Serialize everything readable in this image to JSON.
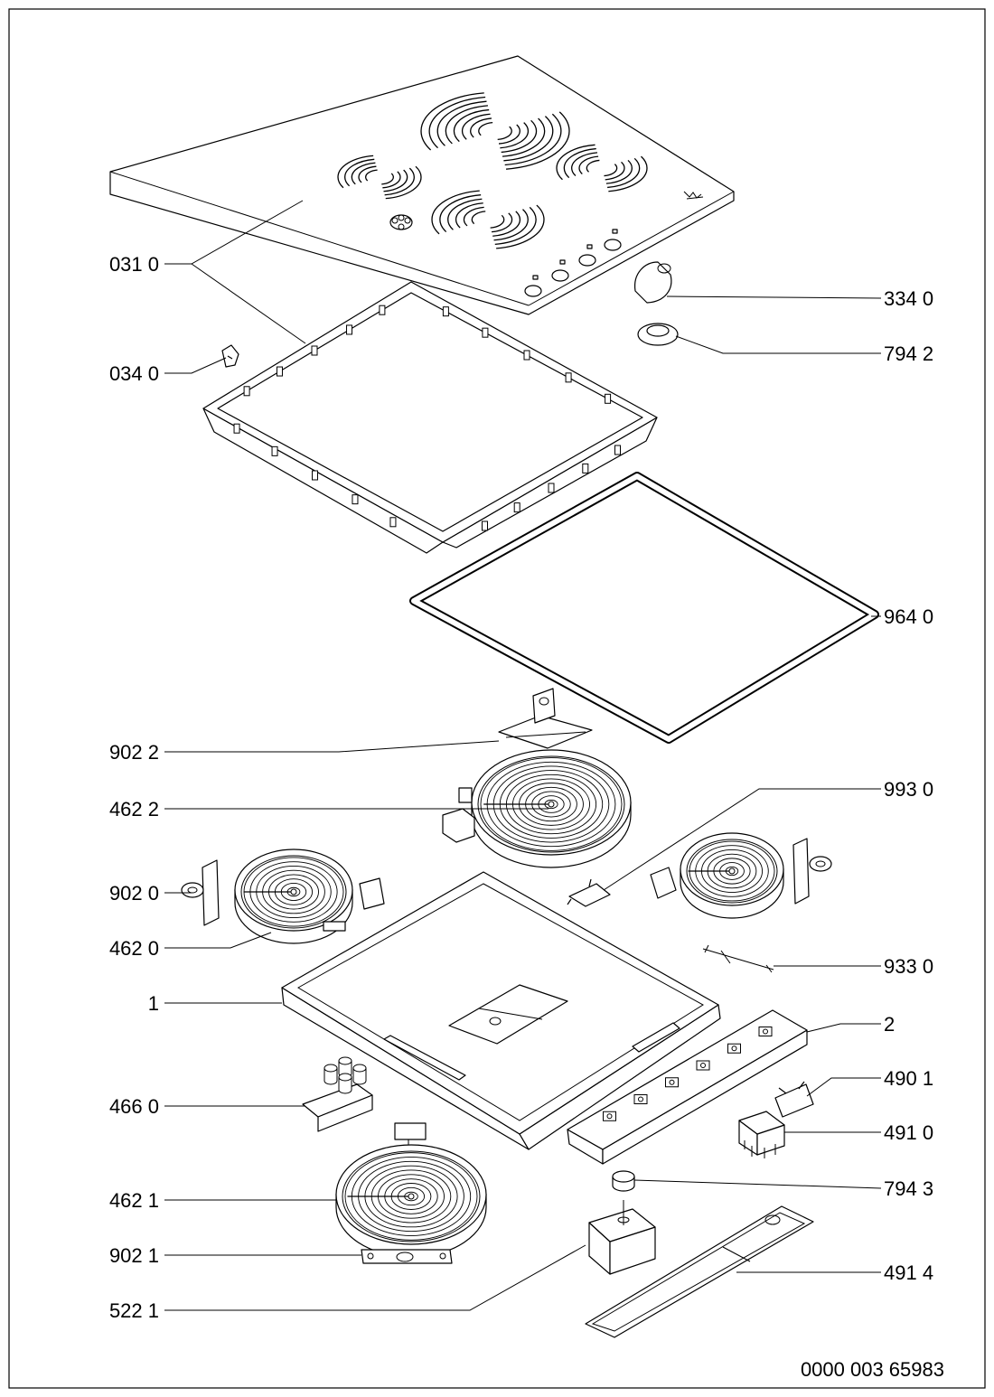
{
  "labels": {
    "glass_top": "031 0",
    "frame_clip": "034 0",
    "knob": "334 0",
    "knob_seal": "794 2",
    "gasket": "964 0",
    "bracket_rear": "902 2",
    "zone_rear": "462 2",
    "wire_clip": "993 0",
    "bracket_left": "902 0",
    "zone_left": "462 0",
    "holder_rod": "933 0",
    "base_tray": "1",
    "control_bar": "2",
    "block_466": "466 0",
    "bracket_490": "490 1",
    "terminal_block": "491 0",
    "spacer": "794 3",
    "zone_front": "462 1",
    "bracket_front": "902 1",
    "cover_strip": "491 4",
    "energy_regulator": "522 1"
  },
  "drawing_number": "0000 003 65983"
}
